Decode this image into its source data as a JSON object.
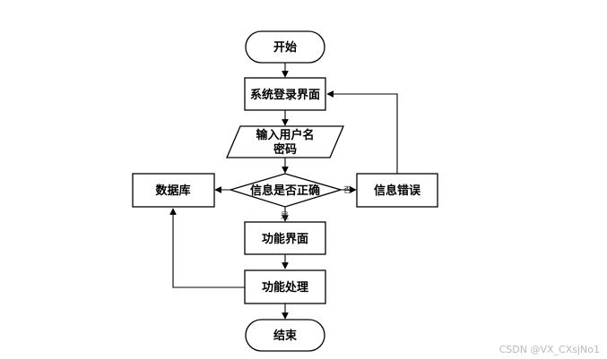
{
  "nodes": {
    "start": "开始",
    "login": "系统登录界面",
    "input_line1": "输入用户名",
    "input_line2": "密码",
    "decision": "信息是否正确",
    "database": "数据库",
    "error": "信息错误",
    "function_ui": "功能界面",
    "process": "功能处理",
    "end": "结束"
  },
  "edges": {
    "yes": "是",
    "no": "否"
  },
  "watermark": "CSDN @VX_CXsjNo1"
}
